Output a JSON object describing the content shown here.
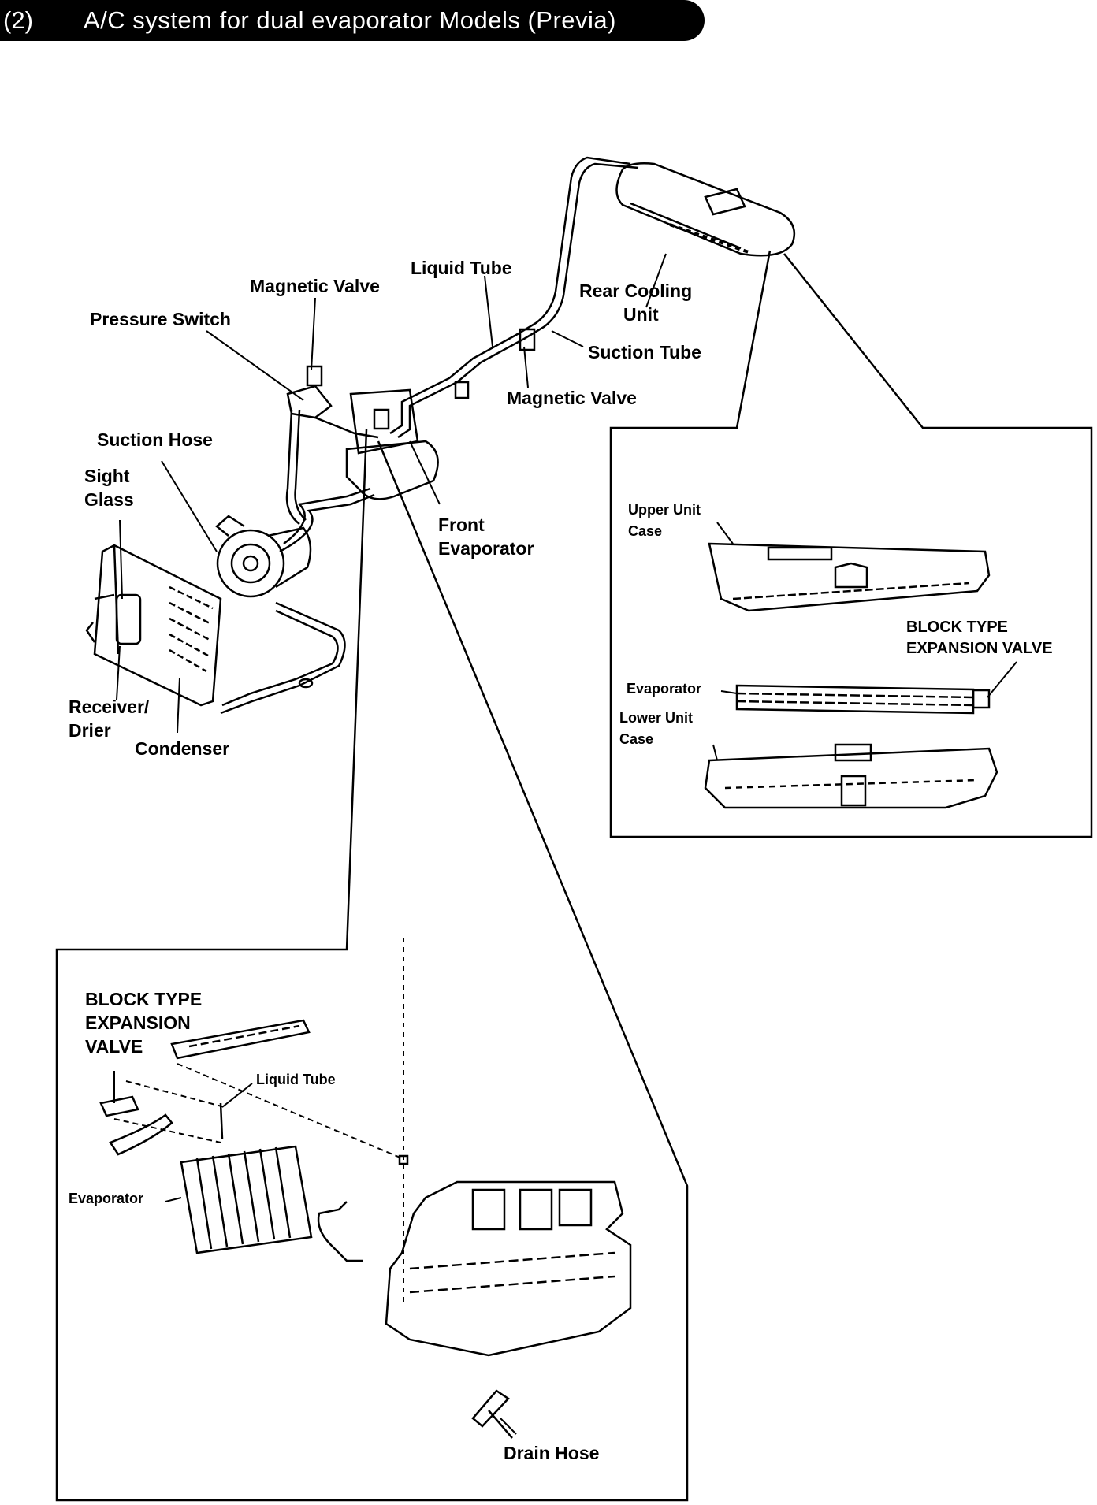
{
  "header": {
    "number": "(2)",
    "title": "A/C system for dual evaporator Models (Previa)"
  },
  "main_labels": {
    "liquid_tube": "Liquid Tube",
    "magnetic_valve_front": "Magnetic Valve",
    "pressure_switch": "Pressure Switch",
    "rear_cooling_unit_line1": "Rear Cooling",
    "rear_cooling_unit_line2": "Unit",
    "suction_tube": "Suction Tube",
    "magnetic_valve_rear": "Magnetic Valve",
    "suction_hose": "Suction Hose",
    "sight_glass_line1": "Sight",
    "sight_glass_line2": "Glass",
    "front_evaporator_line1": "Front",
    "front_evaporator_line2": "Evaporator",
    "receiver_drier_line1": "Receiver/",
    "receiver_drier_line2": "Drier",
    "condenser": "Condenser"
  },
  "rear_detail": {
    "upper_unit_case_line1": "Upper Unit",
    "upper_unit_case_line2": "Case",
    "block_valve_line1": "BLOCK TYPE",
    "block_valve_line2": "EXPANSION VALVE",
    "evaporator": "Evaporator",
    "lower_unit_case_line1": "Lower Unit",
    "lower_unit_case_line2": "Case"
  },
  "front_detail": {
    "block_valve_line1": "BLOCK TYPE",
    "block_valve_line2": "EXPANSION",
    "block_valve_line3": "VALVE",
    "liquid_tube": "Liquid Tube",
    "evaporator": "Evaporator",
    "drain_hose": "Drain Hose"
  }
}
